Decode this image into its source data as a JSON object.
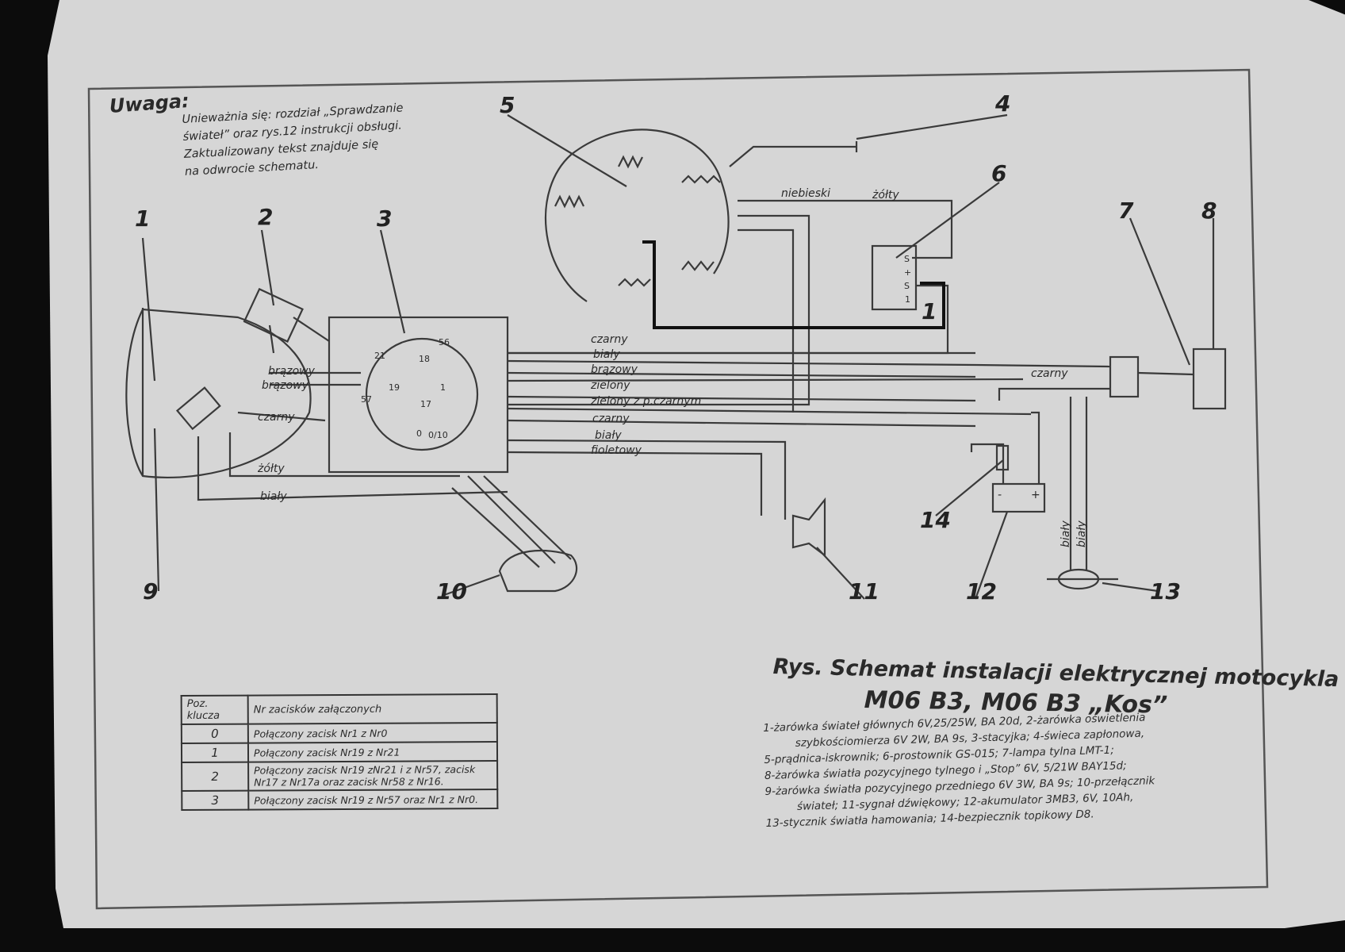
{
  "note": {
    "title": "Uwaga:",
    "lines": [
      "Unieważnia się: rozdział „Sprawdzanie",
      "świateł” oraz rys.12 instrukcji obsługi.",
      "Zaktualizowany tekst znajduje się",
      "na odwrocie schematu."
    ]
  },
  "components": {
    "c1": "1",
    "c2": "2",
    "c3": "3",
    "c4": "4",
    "c5": "5",
    "c6": "6",
    "c7": "7",
    "c8": "8",
    "c9": "9",
    "c10": "10",
    "c11": "11",
    "c12": "12",
    "c13": "13",
    "c14": "14"
  },
  "wires": {
    "niebieski": "niebieski",
    "zolty_top": "żółty",
    "czarny1": "czarny",
    "bialy1": "biały",
    "brazowy1": "brązowy",
    "zielony": "zielony",
    "zielony_czarny": "zielony z p.czarnym",
    "czarny2": "czarny",
    "bialy2": "biały",
    "fioletowy": "fioletowy",
    "brazowy_head": "brązowy",
    "brazowy_head2": "brązowy",
    "czarny_head": "czarny",
    "zolty_low": "żółty",
    "bialy_low": "biały",
    "czarny_rear": "czarny",
    "bialy_13a": "biały",
    "bialy_13b": "biały"
  },
  "terminals": {
    "t56": "56",
    "t21": "21",
    "t18": "18",
    "t57": "57",
    "t19": "19",
    "t1": "1",
    "t17": "17",
    "t0": "0",
    "t0a": "0/10"
  },
  "regulator": {
    "s": "S",
    "plus": "+",
    "s2": "S",
    "one": "1"
  },
  "battery": {
    "minus": "-",
    "plus": "+"
  },
  "marker": "1",
  "title": {
    "line1": "Rys. Schemat instalacji elektrycznej motocykla",
    "line2": "M06 B3, M06 B3 „Kos”"
  },
  "legend": [
    "1-żarówka świateł głównych 6V,25/25W, BA 20d, 2-żarówka oświetlenia",
    "szybkościomierza 6V 2W, BA 9s, 3-stacyjka; 4-świeca zapłonowa,",
    "5-prądnica-iskrownik; 6-prostownik GS-015; 7-lampa tylna LMT-1;",
    "8-żarówka światła pozycyjnego tylnego i „Stop” 6V, 5/21W BAY15d;",
    "9-żarówka światła pozycyjnego przedniego 6V 3W, BA 9s; 10-przełącznik",
    "świateł; 11-sygnał dźwiękowy; 12-akumulator 3MB3, 6V, 10Ah,",
    "13-stycznik światła hamowania; 14-bezpiecznik topikowy D8."
  ],
  "key_table": {
    "headers": [
      "Poz. klucza",
      "Nr zacisków załączonych"
    ],
    "rows": [
      {
        "key": "0",
        "value": "Połączony zacisk Nr1 z Nr0"
      },
      {
        "key": "1",
        "value": "Połączony zacisk Nr19 z Nr21"
      },
      {
        "key": "2",
        "value": "Połączony zacisk Nr19 zNr21 i z Nr57, zacisk Nr17 z Nr17a oraz zacisk Nr58 z Nr16."
      },
      {
        "key": "3",
        "value": "Połączony zacisk Nr19 z Nr57 oraz Nr1 z Nr0."
      }
    ]
  },
  "colors": {
    "paper": "#d6d6d6",
    "ink": "#2b2b2b",
    "background": "#0c0c0c"
  }
}
